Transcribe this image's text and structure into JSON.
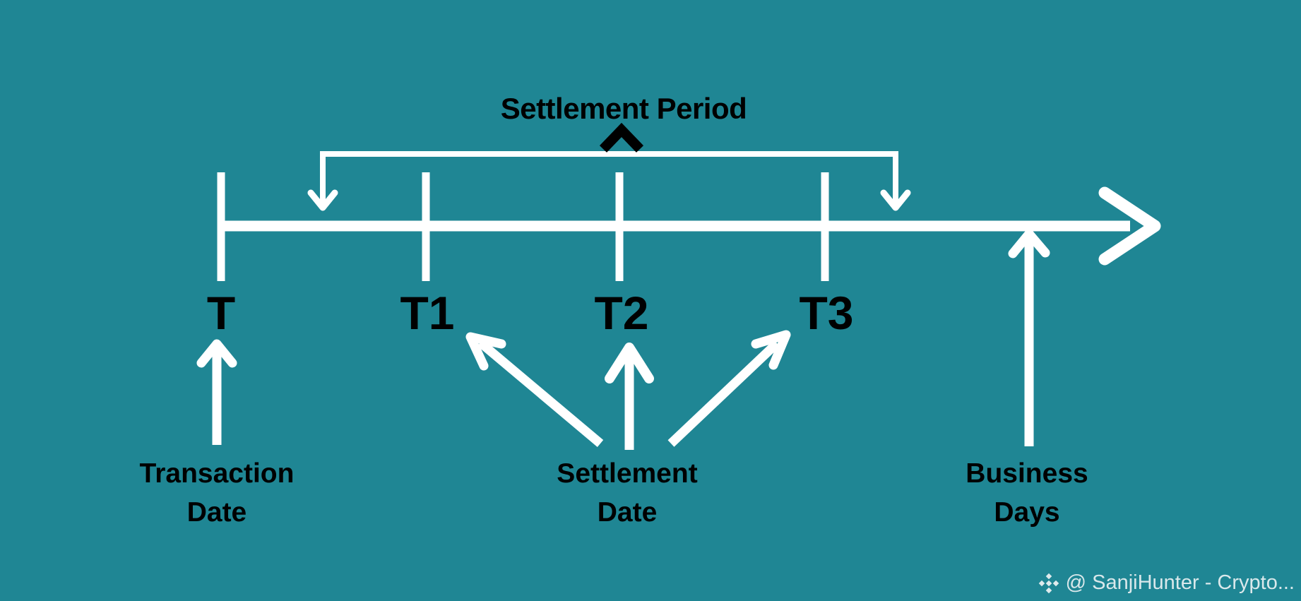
{
  "diagram": {
    "title": "Settlement Period",
    "timeline": {
      "tick_labels": [
        "T",
        "T1",
        "T2",
        "T3"
      ]
    },
    "annotations": {
      "transaction": {
        "line1": "Transaction",
        "line2": "Date"
      },
      "settlement": {
        "line1": "Settlement",
        "line2": "Date"
      },
      "business": {
        "line1": "Business",
        "line2": "Days"
      }
    },
    "icons": [
      "timeline-arrowhead-icon",
      "bracket-left-down-arrow-icon",
      "bracket-right-down-arrow-icon",
      "title-caret-icon",
      "transaction-date-up-arrow-icon",
      "settlement-date-left-arrow-icon",
      "settlement-date-middle-arrow-icon",
      "settlement-date-right-arrow-icon",
      "business-days-up-arrow-icon",
      "binance-diamond-logo-icon"
    ],
    "colors": {
      "background": "#1f8694",
      "line": "#ffffff",
      "text": "#000000",
      "watermark_text": "rgba(233,241,242,0.92)"
    }
  },
  "watermark": {
    "text": "@ SanjiHunter - Crypto..."
  }
}
